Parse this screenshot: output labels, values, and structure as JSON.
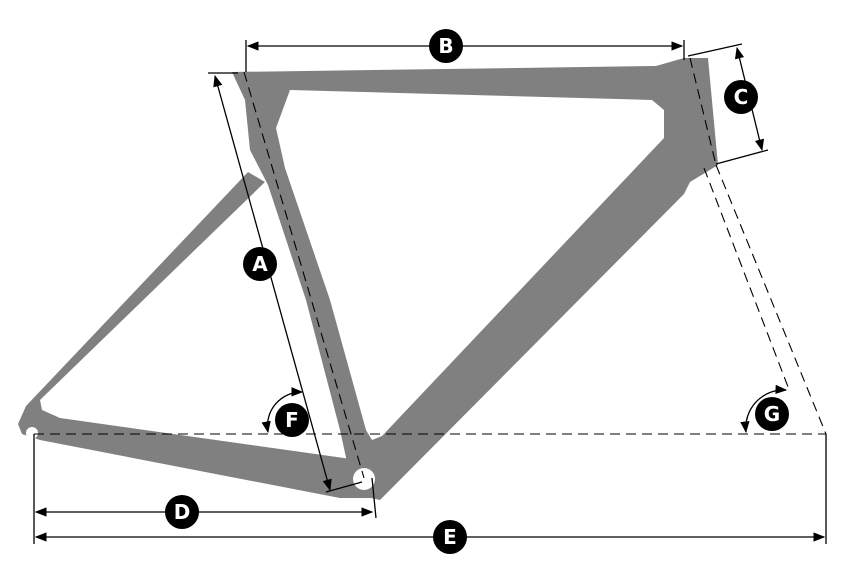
{
  "diagram": {
    "type": "bike-frame-geometry",
    "frame_color": "#808080",
    "line_color": "#000000",
    "badge_color": "#000000",
    "badge_text_color": "#ffffff",
    "labels": {
      "A": "A",
      "B": "B",
      "C": "C",
      "D": "D",
      "E": "E",
      "F": "F",
      "G": "G"
    }
  }
}
